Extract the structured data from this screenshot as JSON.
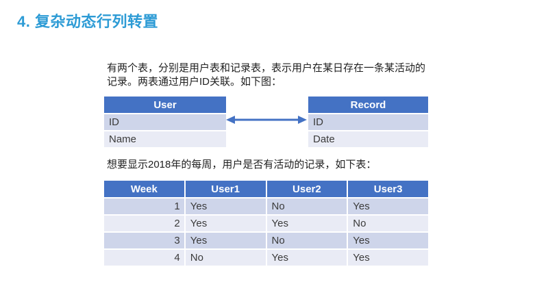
{
  "title": "4. 复杂动态行列转置",
  "paragraph1": "有两个表，分别是用户表和记录表，表示用户在某日存在一条某活动的记录。两表通过用户ID关联。如下图：",
  "paragraph2": "想要显示2018年的每周，用户是否有活动的记录，如下表：",
  "er_diagram": {
    "user_table": {
      "title": "User",
      "fields": [
        "ID",
        "Name"
      ]
    },
    "record_table": {
      "title": "Record",
      "fields": [
        "ID",
        "Date"
      ]
    },
    "relationship": "User.ID ↔ Record.ID"
  },
  "result_table": {
    "headers": [
      "Week",
      "User1",
      "User2",
      "User3"
    ],
    "rows": [
      [
        "1",
        "Yes",
        "No",
        "Yes"
      ],
      [
        "2",
        "Yes",
        "Yes",
        "No"
      ],
      [
        "3",
        "Yes",
        "No",
        "Yes"
      ],
      [
        "4",
        "No",
        "Yes",
        "Yes"
      ]
    ]
  },
  "colors": {
    "title_color": "#2D9BD5",
    "header_bg": "#4472C4",
    "row_dark": "#CED5EA",
    "row_light": "#E9EBF5",
    "arrow": "#4472C4"
  }
}
